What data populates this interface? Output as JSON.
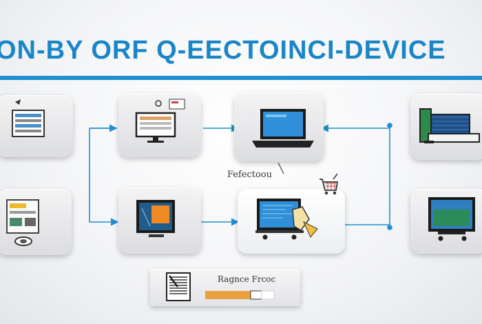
{
  "title": "ON-BY ORF Q-EECTOINCI-DEVICE",
  "labels": {
    "center": "Fefectoou",
    "bottom": "Ragnce Frcoc"
  },
  "colors": {
    "accent": "#1e8fd0",
    "card": "#e6e7ea",
    "screen": "#2f8fd8",
    "orange": "#f08a24"
  },
  "nodes": [
    {
      "name": "document-device-card",
      "icon": "document-list-icon"
    },
    {
      "name": "desktop-monitor-card",
      "icon": "desktop-monitor-icon"
    },
    {
      "name": "laptop-card",
      "icon": "laptop-icon"
    },
    {
      "name": "printer-device-card",
      "icon": "printer-device-icon"
    },
    {
      "name": "register-device-card",
      "icon": "cash-register-icon"
    },
    {
      "name": "tablet-screen-card",
      "icon": "tablet-screen-icon"
    },
    {
      "name": "tablet-cart-card",
      "icon": "tablet-cart-icon"
    },
    {
      "name": "monitor-cart-card",
      "icon": "monitor-cart-icon"
    },
    {
      "name": "bottom-panel-card",
      "icon": "barcode-scanner-icon"
    }
  ]
}
